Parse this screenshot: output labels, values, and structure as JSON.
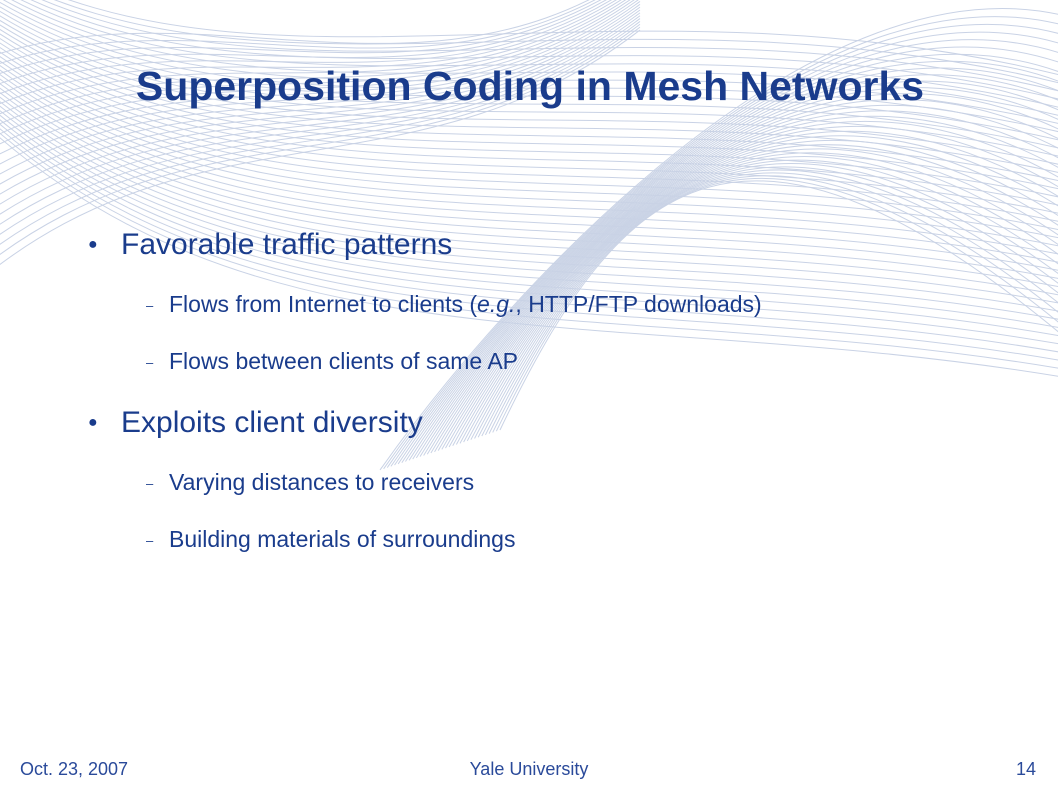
{
  "slide": {
    "title": "Superposition Coding in Mesh Networks",
    "bullets": [
      {
        "text": "Favorable traffic patterns",
        "sub": [
          {
            "parts": [
              "Flows from Internet to clients (",
              "e.g.",
              ", HTTP/FTP downloads)"
            ]
          },
          {
            "parts": [
              "Flows between clients of same AP"
            ]
          }
        ]
      },
      {
        "text": "Exploits client diversity",
        "sub": [
          {
            "parts": [
              "Varying distances to receivers"
            ]
          },
          {
            "parts": [
              "Building materials of surroundings"
            ]
          }
        ]
      }
    ],
    "bullet_glyph": "●",
    "sub_bullet_glyph": "–"
  },
  "footer": {
    "date": "Oct. 23, 2007",
    "organization": "Yale University",
    "page_number": "14"
  },
  "colors": {
    "title": "#1a3c8c",
    "text": "#1a3c8c",
    "footer": "#2a4a9a",
    "wave": "#b7c4dd"
  }
}
